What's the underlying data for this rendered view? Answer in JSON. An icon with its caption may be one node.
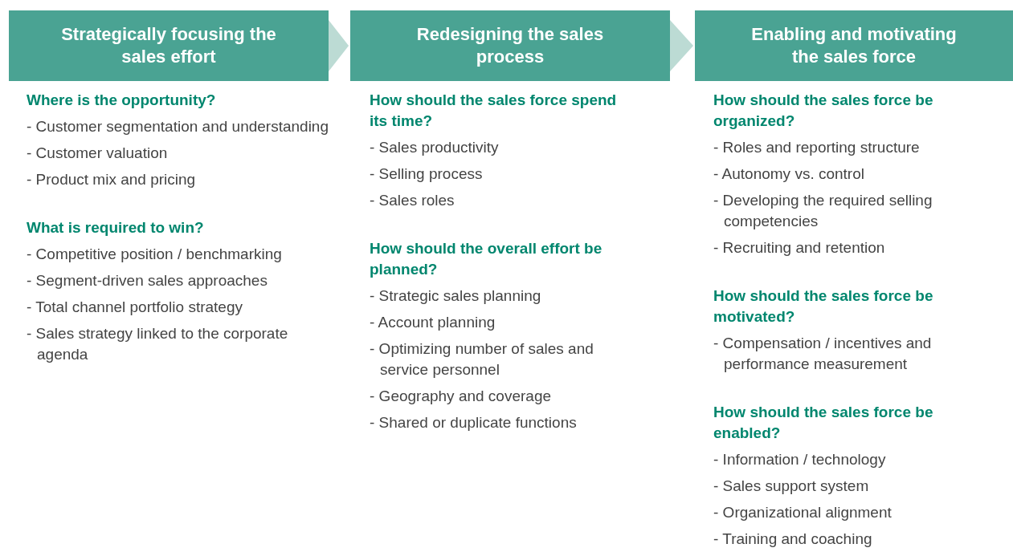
{
  "diagram": {
    "nodes": [
      {
        "text": [
          "Strategically focusing the sales effort"
        ]
      },
      {
        "text": [
          "Redesigning the sales process"
        ]
      },
      {
        "text": [
          "Enabling and motivating the sales force"
        ]
      }
    ],
    "edges": [
      {
        "from": 0,
        "to": 1,
        "arrow": "to"
      },
      {
        "from": 1,
        "to": 2,
        "arrow": "to"
      }
    ],
    "labels": [
      "Where is the opportunity?",
      "- Customer segmentation and understanding",
      "- Customer valuation",
      "- Product mix and pricing",
      "What is required to win?",
      "- Competitive position / benchmarking",
      "- Segment-driven sales approaches",
      "- Total channel portfolio strategy",
      "- Sales strategy linked to the corporate agenda",
      "How should the sales force spend its time?",
      "- Sales productivity",
      "- Selling process",
      "- Sales roles",
      "How should the overall effort be planned?",
      "- Strategic sales planning",
      "- Account planning",
      "- Optimizing number of sales and service personnel",
      "- Geography and coverage",
      "- Shared or duplicate functions",
      "How should the sales force be organized?",
      "- Roles and reporting structure",
      "- Autonomy vs. control",
      "- Developing the required selling competencies",
      "- Recruiting and retention",
      "How should the sales force be motivated?",
      "- Compensation / incentives and performance measurement",
      "How should the sales force be enabled?",
      "- Information / technology",
      "- Sales support system",
      "- Organizational alignment",
      "- Training and coaching"
    ]
  }
}
